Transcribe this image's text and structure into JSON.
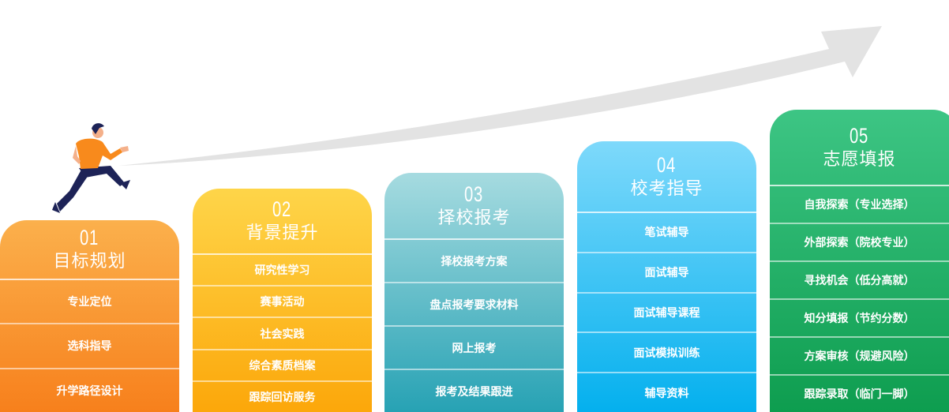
{
  "steps": [
    {
      "num": "01",
      "title": "目标规划",
      "items": [
        "专业定位",
        "选科指导",
        "升学路径设计"
      ]
    },
    {
      "num": "02",
      "title": "背景提升",
      "items": [
        "研究性学习",
        "赛事活动",
        "社会实践",
        "综合素质档案",
        "跟踪回访服务"
      ]
    },
    {
      "num": "03",
      "title": "择校报考",
      "items": [
        "择校报考方案",
        "盘点报考要求材料",
        "网上报考",
        "报考及结果跟进"
      ]
    },
    {
      "num": "04",
      "title": "校考指导",
      "items": [
        "笔试辅导",
        "面试辅导",
        "面试辅导课程",
        "面试模拟训练",
        "辅导资料"
      ]
    },
    {
      "num": "05",
      "title": "志愿填报",
      "items": [
        "自我探索（专业选择）",
        "外部探索（院校专业）",
        "寻找机会（低分高就）",
        "知分填报（节约分数）",
        "方案审核（规避风险）",
        "跟踪录取（临门一脚）"
      ]
    }
  ],
  "colors": {
    "arrow": "#e2e2e2",
    "shirt": "#f88a1c",
    "pants": "#1d2357"
  }
}
